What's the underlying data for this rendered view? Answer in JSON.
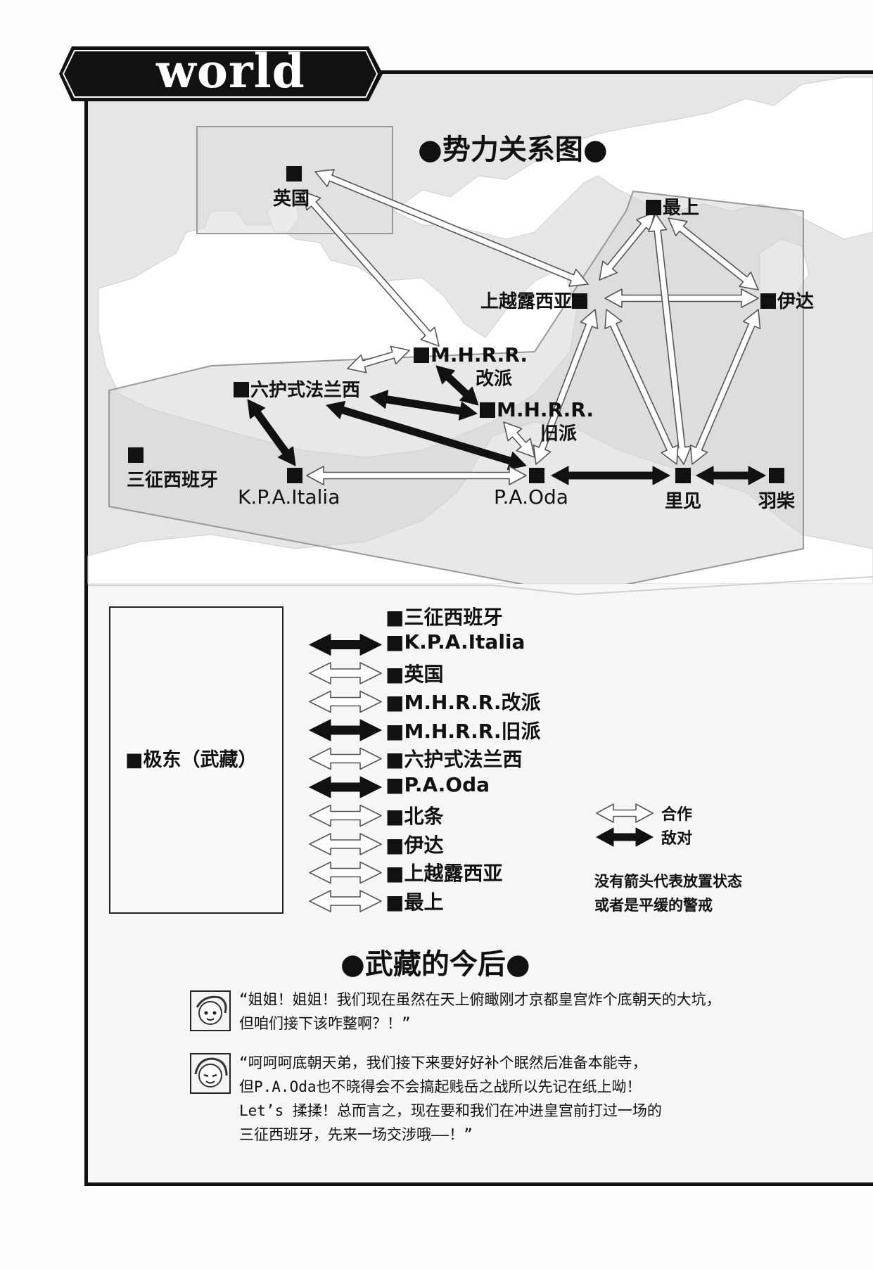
{
  "page": {
    "corner_title": "world"
  },
  "diagram": {
    "heading": "●势力关系图●",
    "nodes": {
      "england": "英国",
      "mogami": "最上",
      "uesugi": "上越露西亚",
      "date": "伊达",
      "mhrr_reform": [
        "M.H.R.R.",
        "改派"
      ],
      "mhrr_old": [
        "M.H.R.R.",
        "旧派"
      ],
      "rokugo": "六护式法兰西",
      "tres": "三征西班牙",
      "kpa": "K.P.A.Italia",
      "pao": "P.A.Oda",
      "satomi": "里见",
      "hashiba": "羽柴"
    },
    "relations": [
      {
        "a": "england",
        "b": "uesugi",
        "type": "cooperation"
      },
      {
        "a": "england",
        "b": "mhrr_reform",
        "type": "cooperation"
      },
      {
        "a": "mhrr_reform",
        "b": "rokugo",
        "type": "cooperation"
      },
      {
        "a": "mhrr_reform",
        "b": "mhrr_old",
        "type": "hostile"
      },
      {
        "a": "rokugo",
        "b": "mhrr_old",
        "type": "hostile"
      },
      {
        "a": "rokugo",
        "b": "pao",
        "type": "hostile"
      },
      {
        "a": "rokugo",
        "b": "kpa",
        "type": "hostile"
      },
      {
        "a": "kpa",
        "b": "pao",
        "type": "cooperation"
      },
      {
        "a": "mhrr_old",
        "b": "pao",
        "type": "cooperation"
      },
      {
        "a": "pao",
        "b": "satomi",
        "type": "hostile"
      },
      {
        "a": "satomi",
        "b": "hashiba",
        "type": "hostile"
      },
      {
        "a": "uesugi",
        "b": "pao",
        "type": "cooperation"
      },
      {
        "a": "uesugi",
        "b": "date",
        "type": "cooperation"
      },
      {
        "a": "uesugi",
        "b": "mogami",
        "type": "cooperation"
      },
      {
        "a": "mogami",
        "b": "date",
        "type": "cooperation"
      },
      {
        "a": "mogami",
        "b": "satomi",
        "type": "cooperation"
      },
      {
        "a": "uesugi",
        "b": "satomi",
        "type": "cooperation"
      },
      {
        "a": "date",
        "b": "satomi",
        "type": "cooperation"
      }
    ]
  },
  "legend": {
    "self_label": "■极东（武藏）",
    "items": [
      {
        "label": "■三征西班牙",
        "arrow": "none"
      },
      {
        "label": "■K.P.A.Italia",
        "arrow": "hostile"
      },
      {
        "label": "■英国",
        "arrow": "cooperation"
      },
      {
        "label": "■M.H.R.R.改派",
        "arrow": "cooperation"
      },
      {
        "label": "■M.H.R.R.旧派",
        "arrow": "hostile"
      },
      {
        "label": "■六护式法兰西",
        "arrow": "cooperation"
      },
      {
        "label": "■P.A.Oda",
        "arrow": "hostile"
      },
      {
        "label": "■北条",
        "arrow": "cooperation"
      },
      {
        "label": "■伊达",
        "arrow": "cooperation"
      },
      {
        "label": "■上越露西亚",
        "arrow": "cooperation"
      },
      {
        "label": "■最上",
        "arrow": "cooperation"
      }
    ],
    "key": {
      "cooperation": "合作",
      "hostile": "敌对"
    },
    "note": [
      "没有箭头代表放置状态",
      "或者是平缓的警戒"
    ]
  },
  "future": {
    "heading": "●武藏的今后●",
    "dialogues": [
      {
        "lines": [
          "“姐姐！姐姐！我们现在虽然在天上俯瞰刚才京都皇宫炸个底朝天的大坑，",
          "但咱们接下该咋整啊？！”"
        ]
      },
      {
        "lines": [
          "“呵呵呵底朝天弟，我们接下来要好好补个眠然后准备本能寺，",
          "但P.A.Oda也不晓得会不会搞起贱岳之战所以先记在纸上呦！",
          "Let’s 揉揉！总而言之，现在要和我们在冲进皇宫前打过一场的",
          "三征西班牙，先来一场交涉哦——！”"
        ]
      }
    ]
  }
}
